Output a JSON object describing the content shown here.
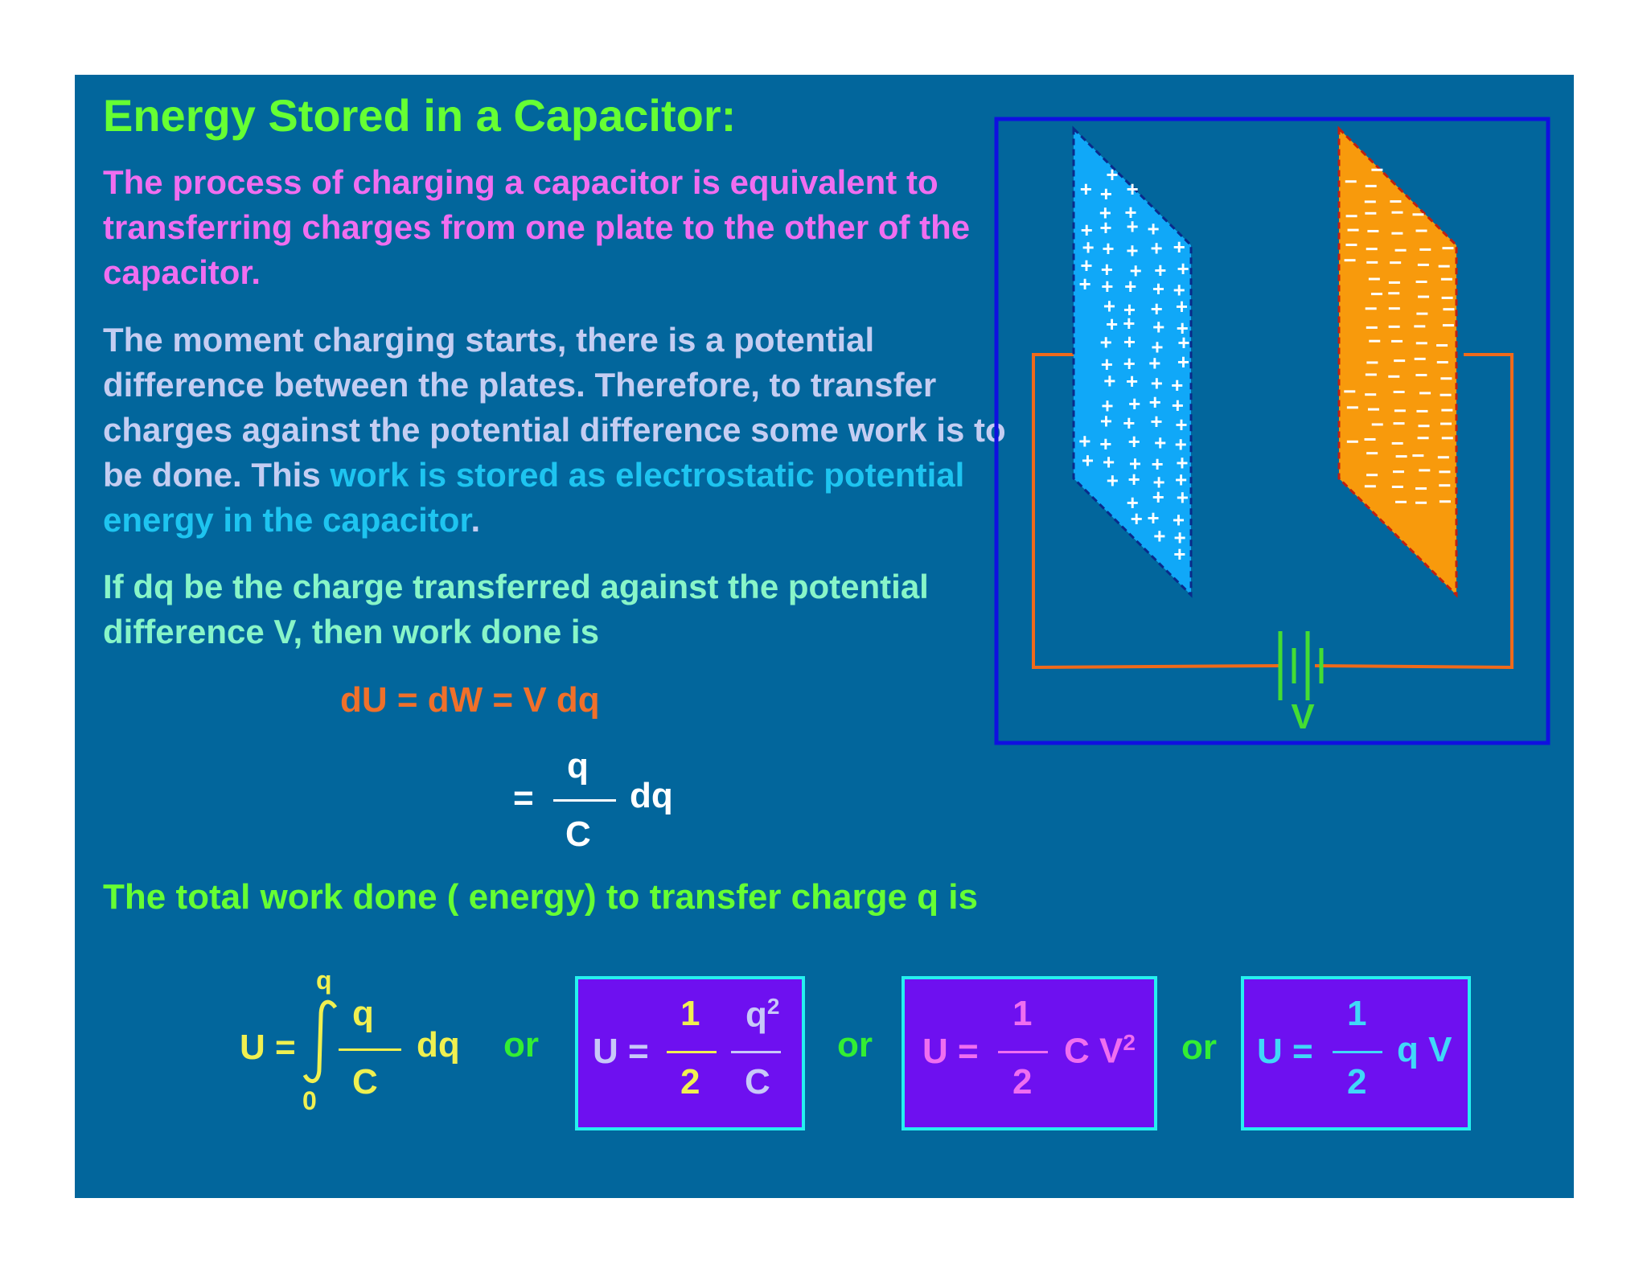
{
  "slide": {
    "title": "Energy Stored in a Capacitor:",
    "para1": "The process of charging a capacitor is equivalent to transferring charges from one plate to the other of the capacitor.",
    "para2_plain": "The moment charging starts, there is a potential difference between the plates.  Therefore, to transfer charges against the potential difference some work is to be done.  This ",
    "para2_highlight": "work is stored as electrostatic potential energy in the capacitor",
    "para2_end": ".",
    "para3": "If dq be the charge transferred against the potential difference V, then work done is",
    "eq1": "dU = dW = V dq",
    "eq2": {
      "equals": "=",
      "num": "q",
      "den": "C",
      "tail": "dq"
    },
    "total_text": "The total work done ( energy) to transfer charge q is",
    "integral": {
      "lhs": "U =",
      "upper": "q",
      "lower": "0",
      "num": "q",
      "den": "C",
      "tail": "dq"
    },
    "or_label": "or",
    "formula1": {
      "lhs": "U =",
      "num1": "1",
      "den1": "2",
      "num2": "q",
      "sup": "2",
      "den2": "C"
    },
    "formula2": {
      "lhs": "U =",
      "num": "1",
      "den": "2",
      "tail": "C V",
      "sup": "2"
    },
    "formula3": {
      "lhs": "U =",
      "num": "1",
      "den": "2",
      "tail": "q V"
    }
  },
  "diagram": {
    "battery_label": "V",
    "positive_plate_color": "#10a8f8",
    "negative_plate_color": "#f89a0c",
    "wire_color": "#f06a1a",
    "battery_color": "#44dd33",
    "frame_color": "#1010e0"
  }
}
